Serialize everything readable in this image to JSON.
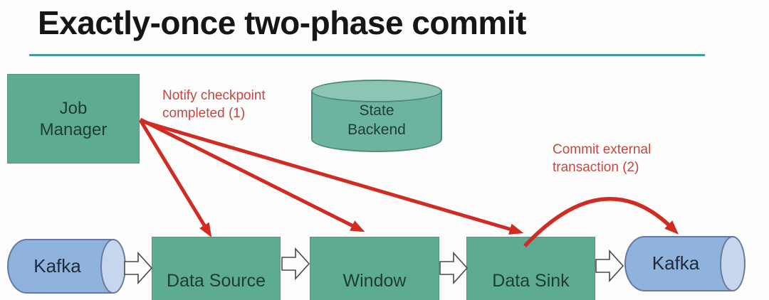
{
  "slide": {
    "title": "Exactly-once two-phase commit"
  },
  "colors": {
    "title_text": "#161616",
    "title_underline": "#3f9e95",
    "node_teal": "#5dab92",
    "cylinder_teal_body": "#6db3a1",
    "cylinder_teal_top": "#8cc5b3",
    "kafka_blue_body": "#8fb3dc",
    "kafka_blue_cap": "#c5d6ed",
    "arrow_red": "#d02c23",
    "annotation_red": "#c4473f",
    "flow_arrow_fill": "#fdfdfd",
    "flow_arrow_stroke": "#4a4a4a"
  },
  "nodes": {
    "job_manager": {
      "line1": "Job",
      "line2": "Manager"
    },
    "state_backend": {
      "line1": "State",
      "line2": "Backend"
    },
    "kafka_source": {
      "label": "Kafka"
    },
    "data_source": {
      "label": "Data Source"
    },
    "window": {
      "label": "Window"
    },
    "data_sink": {
      "label": "Data Sink"
    },
    "kafka_sink": {
      "label": "Kafka"
    }
  },
  "annotations": {
    "notify_checkpoint": {
      "line1": "Notify checkpoint",
      "line2": "completed (1)"
    },
    "commit_external": {
      "line1": "Commit external",
      "line2": "transaction (2)"
    }
  },
  "edges": {
    "notify_arrows": [
      "job_manager->data_source",
      "job_manager->window",
      "job_manager->data_sink"
    ],
    "commit_arrow": "data_sink->kafka_sink",
    "pipeline_flow": [
      "kafka_source->data_source",
      "data_source->window",
      "window->data_sink",
      "data_sink->kafka_sink"
    ]
  }
}
